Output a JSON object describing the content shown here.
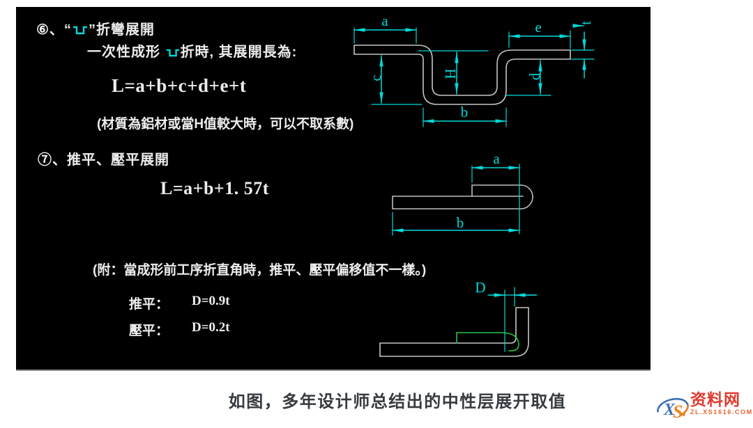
{
  "section6": {
    "heading_prefix": "⑥、“",
    "heading_suffix": "”折彎展開",
    "line1_prefix": "一次性成形 ",
    "line1_suffix": "折時, 其展開長為:",
    "formula": "L=a+b+c+d+e+t",
    "note": "(材質為鋁材或當H值較大時，可以不取系數)"
  },
  "section7": {
    "heading": "⑦、推平、壓平展開",
    "formula": "L=a+b+1. 57t",
    "note": "(附：當成形前工序折直角時，推平、壓平偏移值不一樣。)",
    "rows": [
      {
        "label": "推平：",
        "value": "D=0.9t"
      },
      {
        "label": "壓平：",
        "value": "D=0.2t"
      }
    ]
  },
  "diagram_u": {
    "labels": {
      "a": "a",
      "b": "b",
      "c": "c",
      "d": "d",
      "e": "e",
      "t": "t",
      "H": "H"
    }
  },
  "diagram_hem": {
    "labels": {
      "a": "a",
      "b": "b"
    }
  },
  "diagram_flatten": {
    "labels": {
      "D": "D"
    }
  },
  "caption": "如图，多年设计师总结出的中性层展开取值",
  "watermark": {
    "logo_x": "X",
    "logo_s": "S",
    "site_name": "资料网",
    "site_url": "ZL.XS1616.COM"
  },
  "colors": {
    "dimension_cyan": "#00d9d9",
    "profile_gray": "#c6c6c6",
    "overlay_green": "#23c348",
    "panel_text": "#ededed",
    "caption_text": "#363b40",
    "brand_red": "#e23a2e",
    "brand_orange": "#f0821e",
    "brand_blue": "#3b6fb5"
  }
}
